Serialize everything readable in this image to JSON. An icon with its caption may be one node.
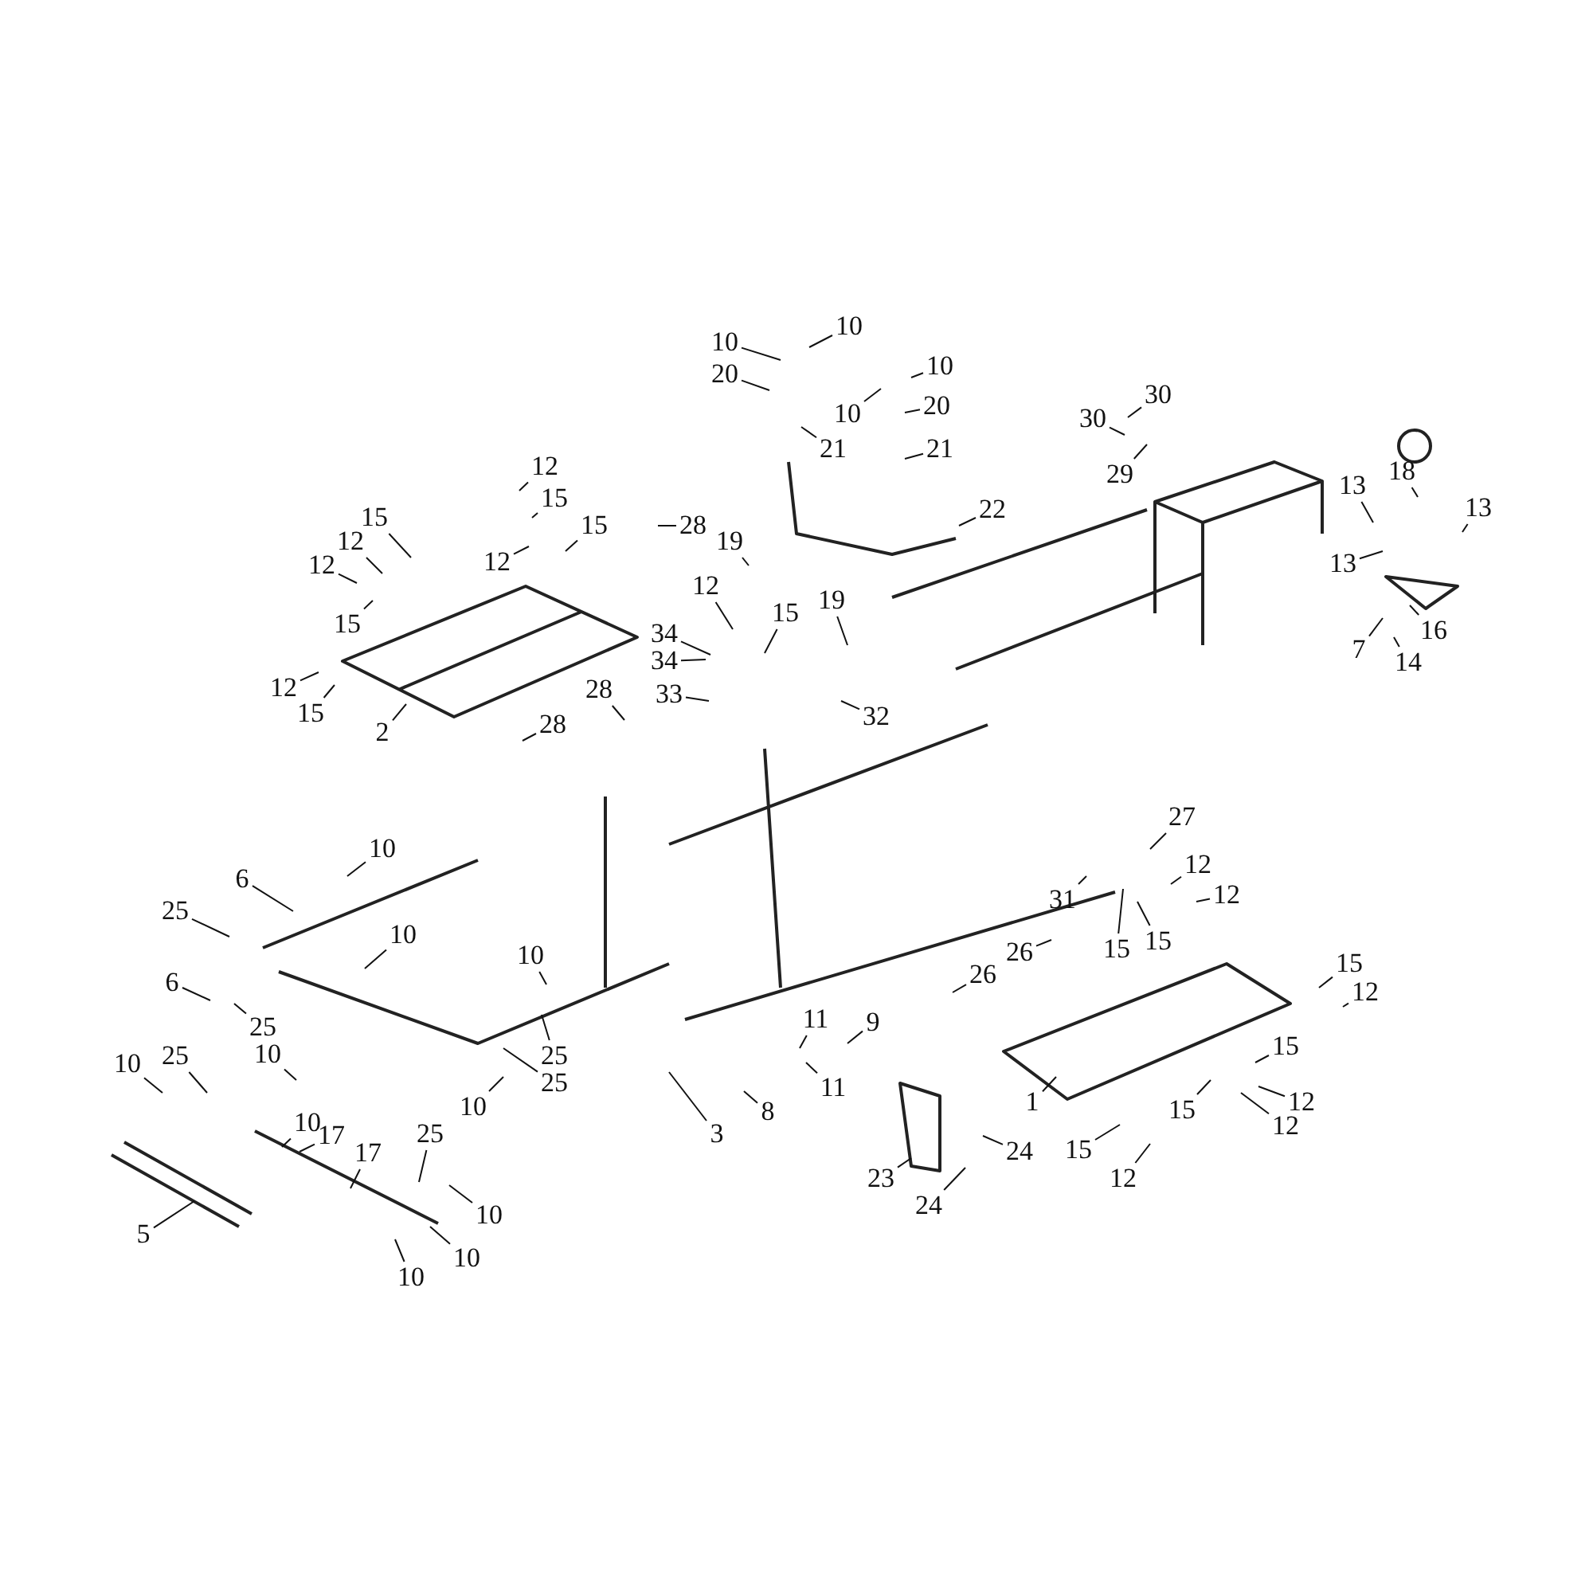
{
  "diagram": {
    "nodes": [
      {
        "text": [
          "10"
        ]
      },
      {
        "text": [
          "10"
        ]
      },
      {
        "text": [
          "20"
        ]
      },
      {
        "text": [
          "10"
        ]
      },
      {
        "text": [
          "10"
        ]
      },
      {
        "text": [
          "20"
        ]
      },
      {
        "text": [
          "21"
        ]
      },
      {
        "text": [
          "21"
        ]
      },
      {
        "text": [
          "30"
        ]
      },
      {
        "text": [
          "30"
        ]
      },
      {
        "text": [
          "29"
        ]
      },
      {
        "text": [
          "12"
        ]
      },
      {
        "text": [
          "15"
        ]
      },
      {
        "text": [
          "15"
        ]
      },
      {
        "text": [
          "12"
        ]
      },
      {
        "text": [
          "15"
        ]
      },
      {
        "text": [
          "12"
        ]
      },
      {
        "text": [
          "12"
        ]
      },
      {
        "text": [
          "15"
        ]
      },
      {
        "text": [
          "12"
        ]
      },
      {
        "text": [
          "15"
        ]
      },
      {
        "text": [
          "2"
        ]
      },
      {
        "text": [
          "22"
        ]
      },
      {
        "text": [
          "13"
        ]
      },
      {
        "text": [
          "18"
        ]
      },
      {
        "text": [
          "13"
        ]
      },
      {
        "text": [
          "13"
        ]
      },
      {
        "text": [
          "28"
        ]
      },
      {
        "text": [
          "19"
        ]
      },
      {
        "text": [
          "12"
        ]
      },
      {
        "text": [
          "15"
        ]
      },
      {
        "text": [
          "34"
        ]
      },
      {
        "text": [
          "34"
        ]
      },
      {
        "text": [
          "33"
        ]
      },
      {
        "text": [
          "19"
        ]
      },
      {
        "text": [
          "7"
        ]
      },
      {
        "text": [
          "16"
        ]
      },
      {
        "text": [
          "14"
        ]
      },
      {
        "text": [
          "28"
        ]
      },
      {
        "text": [
          "28"
        ]
      },
      {
        "text": [
          "32"
        ]
      },
      {
        "text": [
          "27"
        ]
      },
      {
        "text": [
          "10"
        ]
      },
      {
        "text": [
          "12"
        ]
      },
      {
        "text": [
          "12"
        ]
      },
      {
        "text": [
          "6"
        ]
      },
      {
        "text": [
          "31"
        ]
      },
      {
        "text": [
          "25"
        ]
      },
      {
        "text": [
          "10"
        ]
      },
      {
        "text": [
          "15"
        ]
      },
      {
        "text": [
          "15"
        ]
      },
      {
        "text": [
          "26"
        ]
      },
      {
        "text": [
          "15"
        ]
      },
      {
        "text": [
          "10"
        ]
      },
      {
        "text": [
          "26"
        ]
      },
      {
        "text": [
          "6"
        ]
      },
      {
        "text": [
          "12"
        ]
      },
      {
        "text": [
          "11"
        ]
      },
      {
        "text": [
          "9"
        ]
      },
      {
        "text": [
          "25"
        ]
      },
      {
        "text": [
          "15"
        ]
      },
      {
        "text": [
          "10"
        ]
      },
      {
        "text": [
          "25"
        ]
      },
      {
        "text": [
          "10"
        ]
      },
      {
        "text": [
          "25"
        ]
      },
      {
        "text": [
          "25"
        ]
      },
      {
        "text": [
          "11"
        ]
      },
      {
        "text": [
          "1"
        ]
      },
      {
        "text": [
          "12"
        ]
      },
      {
        "text": [
          "10"
        ]
      },
      {
        "text": [
          "8"
        ]
      },
      {
        "text": [
          "15"
        ]
      },
      {
        "text": [
          "10"
        ]
      },
      {
        "text": [
          "12"
        ]
      },
      {
        "text": [
          "3"
        ]
      },
      {
        "text": [
          "25"
        ]
      },
      {
        "text": [
          "17"
        ]
      },
      {
        "text": [
          "15"
        ]
      },
      {
        "text": [
          "17"
        ]
      },
      {
        "text": [
          "24"
        ]
      },
      {
        "text": [
          "23"
        ]
      },
      {
        "text": [
          "12"
        ]
      },
      {
        "text": [
          "24"
        ]
      },
      {
        "text": [
          "10"
        ]
      },
      {
        "text": [
          "5"
        ]
      },
      {
        "text": [
          "10"
        ]
      },
      {
        "text": [
          "10"
        ]
      }
    ],
    "edges": [
      {
        "from": 0,
        "to": null,
        "arrow": "none"
      },
      {
        "from": 1,
        "to": null,
        "arrow": "none"
      },
      {
        "from": 2,
        "to": null,
        "arrow": "none"
      },
      {
        "from": 3,
        "to": null,
        "arrow": "none"
      },
      {
        "from": 4,
        "to": null,
        "arrow": "none"
      },
      {
        "from": 5,
        "to": null,
        "arrow": "none"
      },
      {
        "from": 6,
        "to": null,
        "arrow": "none"
      },
      {
        "from": 7,
        "to": null,
        "arrow": "none"
      },
      {
        "from": 8,
        "to": null,
        "arrow": "none"
      },
      {
        "from": 9,
        "to": null,
        "arrow": "none"
      },
      {
        "from": 10,
        "to": null,
        "arrow": "none"
      },
      {
        "from": 11,
        "to": null,
        "arrow": "none"
      },
      {
        "from": 12,
        "to": null,
        "arrow": "none"
      },
      {
        "from": 13,
        "to": null,
        "arrow": "none"
      },
      {
        "from": 14,
        "to": null,
        "arrow": "none"
      },
      {
        "from": 15,
        "to": null,
        "arrow": "none"
      },
      {
        "from": 16,
        "to": null,
        "arrow": "none"
      },
      {
        "from": 17,
        "to": null,
        "arrow": "none"
      },
      {
        "from": 18,
        "to": null,
        "arrow": "none"
      },
      {
        "from": 19,
        "to": null,
        "arrow": "none"
      },
      {
        "from": 20,
        "to": null,
        "arrow": "none"
      },
      {
        "from": 21,
        "to": null,
        "arrow": "none"
      },
      {
        "from": 22,
        "to": null,
        "arrow": "none"
      },
      {
        "from": 23,
        "to": null,
        "arrow": "none"
      },
      {
        "from": 24,
        "to": null,
        "arrow": "none"
      },
      {
        "from": 25,
        "to": null,
        "arrow": "none"
      },
      {
        "from": 26,
        "to": null,
        "arrow": "none"
      },
      {
        "from": 27,
        "to": null,
        "arrow": "none"
      },
      {
        "from": 28,
        "to": null,
        "arrow": "none"
      },
      {
        "from": 29,
        "to": null,
        "arrow": "none"
      },
      {
        "from": 30,
        "to": null,
        "arrow": "none"
      },
      {
        "from": 31,
        "to": null,
        "arrow": "none"
      },
      {
        "from": 32,
        "to": null,
        "arrow": "none"
      },
      {
        "from": 33,
        "to": null,
        "arrow": "none"
      },
      {
        "from": 34,
        "to": null,
        "arrow": "none"
      },
      {
        "from": 35,
        "to": null,
        "arrow": "none"
      },
      {
        "from": 36,
        "to": null,
        "arrow": "none"
      },
      {
        "from": 37,
        "to": null,
        "arrow": "none"
      },
      {
        "from": 38,
        "to": null,
        "arrow": "none"
      },
      {
        "from": 39,
        "to": null,
        "arrow": "none"
      },
      {
        "from": 40,
        "to": null,
        "arrow": "none"
      },
      {
        "from": 41,
        "to": null,
        "arrow": "none"
      },
      {
        "from": 42,
        "to": null,
        "arrow": "none"
      },
      {
        "from": 43,
        "to": null,
        "arrow": "none"
      },
      {
        "from": 44,
        "to": null,
        "arrow": "none"
      },
      {
        "from": 45,
        "to": null,
        "arrow": "none"
      },
      {
        "from": 46,
        "to": null,
        "arrow": "none"
      },
      {
        "from": 47,
        "to": null,
        "arrow": "none"
      },
      {
        "from": 48,
        "to": null,
        "arrow": "none"
      },
      {
        "from": 49,
        "to": null,
        "arrow": "none"
      },
      {
        "from": 50,
        "to": null,
        "arrow": "none"
      },
      {
        "from": 51,
        "to": null,
        "arrow": "none"
      },
      {
        "from": 52,
        "to": null,
        "arrow": "none"
      },
      {
        "from": 53,
        "to": null,
        "arrow": "none"
      },
      {
        "from": 54,
        "to": null,
        "arrow": "none"
      },
      {
        "from": 55,
        "to": null,
        "arrow": "none"
      },
      {
        "from": 56,
        "to": null,
        "arrow": "none"
      },
      {
        "from": 57,
        "to": null,
        "arrow": "none"
      },
      {
        "from": 58,
        "to": null,
        "arrow": "none"
      },
      {
        "from": 59,
        "to": null,
        "arrow": "none"
      },
      {
        "from": 60,
        "to": null,
        "arrow": "none"
      },
      {
        "from": 61,
        "to": null,
        "arrow": "none"
      },
      {
        "from": 62,
        "to": null,
        "arrow": "none"
      },
      {
        "from": 63,
        "to": null,
        "arrow": "none"
      },
      {
        "from": 64,
        "to": null,
        "arrow": "none"
      },
      {
        "from": 65,
        "to": null,
        "arrow": "none"
      },
      {
        "from": 66,
        "to": null,
        "arrow": "none"
      },
      {
        "from": 67,
        "to": null,
        "arrow": "none"
      },
      {
        "from": 68,
        "to": null,
        "arrow": "none"
      },
      {
        "from": 69,
        "to": null,
        "arrow": "none"
      },
      {
        "from": 70,
        "to": null,
        "arrow": "none"
      },
      {
        "from": 71,
        "to": null,
        "arrow": "none"
      },
      {
        "from": 72,
        "to": null,
        "arrow": "none"
      },
      {
        "from": 73,
        "to": null,
        "arrow": "none"
      },
      {
        "from": 74,
        "to": null,
        "arrow": "none"
      },
      {
        "from": 75,
        "to": null,
        "arrow": "none"
      },
      {
        "from": 76,
        "to": null,
        "arrow": "none"
      },
      {
        "from": 77,
        "to": null,
        "arrow": "none"
      },
      {
        "from": 78,
        "to": null,
        "arrow": "none"
      },
      {
        "from": 79,
        "to": null,
        "arrow": "none"
      },
      {
        "from": 80,
        "to": null,
        "arrow": "none"
      },
      {
        "from": 81,
        "to": null,
        "arrow": "none"
      },
      {
        "from": 82,
        "to": null,
        "arrow": "none"
      },
      {
        "from": 83,
        "to": null,
        "arrow": "none"
      },
      {
        "from": 84,
        "to": null,
        "arrow": "none"
      },
      {
        "from": 85,
        "to": null,
        "arrow": "none"
      },
      {
        "from": 86,
        "to": null,
        "arrow": "none"
      }
    ]
  }
}
